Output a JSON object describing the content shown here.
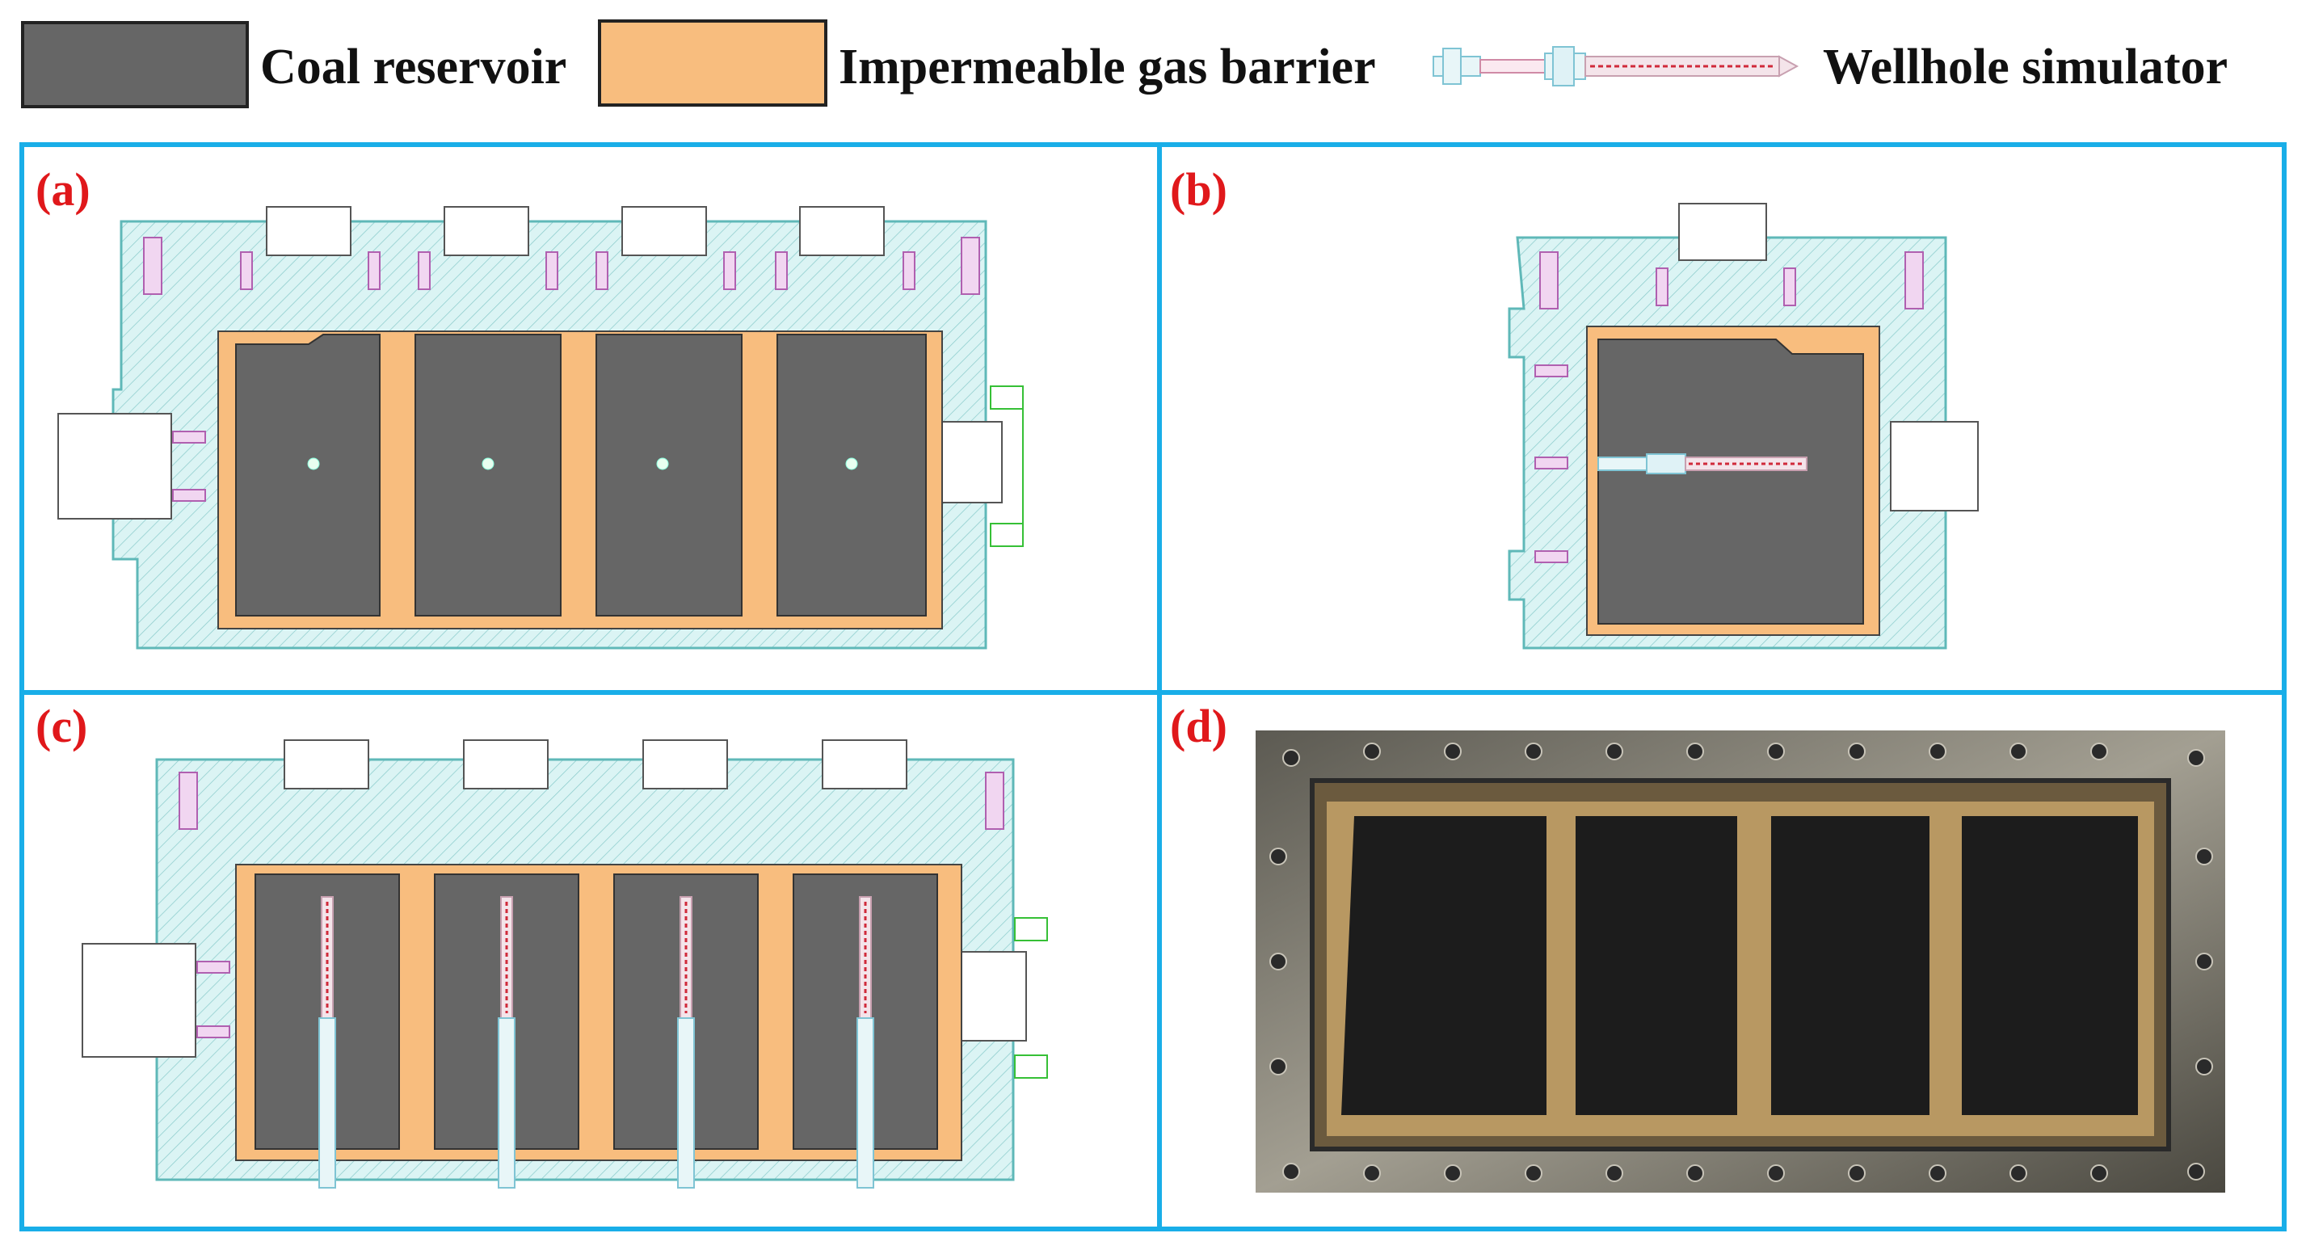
{
  "legend": {
    "items": [
      {
        "label": "Coal reservoir",
        "color": "#666666"
      },
      {
        "label": "Impermeable gas barrier",
        "color": "#f8bd7e"
      },
      {
        "label": "Wellhole simulator",
        "icon": "wellhole-simulator-icon"
      }
    ]
  },
  "panels": [
    {
      "label": "(a)"
    },
    {
      "label": "(b)"
    },
    {
      "label": "(c)"
    },
    {
      "label": "(d)"
    }
  ],
  "colors": {
    "frame": "#19aee8",
    "panel_label": "#e0181b",
    "coal": "#666666",
    "barrier": "#f8bd7e",
    "housing": "#d9f3f3",
    "housing_line": "#5fb8b8",
    "bolt": "#c77ac7",
    "photo_coal": "#1c1c1c",
    "photo_frame": "#8a8678"
  }
}
